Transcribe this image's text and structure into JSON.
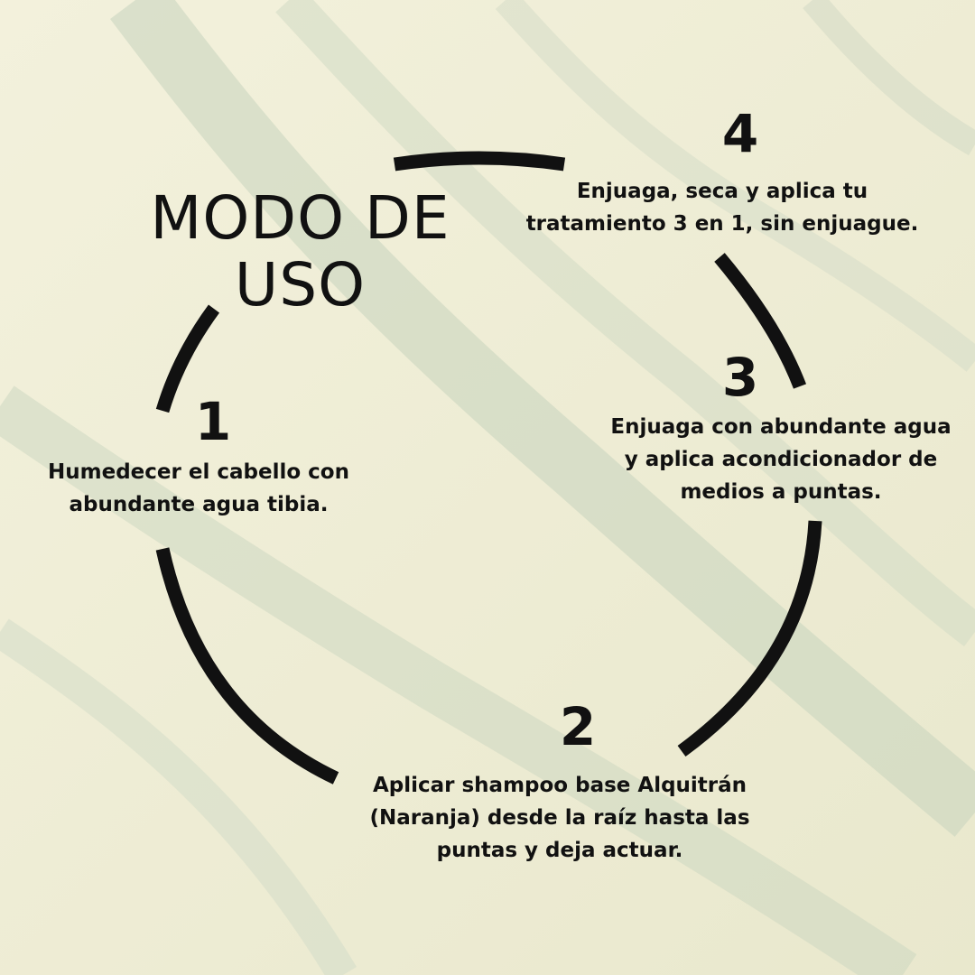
{
  "title_line1": "MODO DE",
  "title_line2": "USO",
  "steps": [
    {
      "number": "1",
      "lines": [
        "Humedecer el cabello con",
        "abundante agua tibia."
      ]
    },
    {
      "number": "2",
      "lines": [
        "Aplicar shampoo base Alquitrán",
        "(Naranja) desde la raíz hasta las",
        "puntas y deja actuar."
      ]
    },
    {
      "number": "3",
      "lines": [
        "Enjuaga con abundante agua",
        "y aplica acondicionador de",
        "medios a puntas."
      ]
    },
    {
      "number": "4",
      "lines": [
        "Enjuaga, seca y aplica tu",
        "tratamiento 3 en 1, sin enjuague."
      ]
    }
  ],
  "colors": {
    "background": "#efecd2",
    "ink": "#111111",
    "gel_streak": "#c9d4bf"
  }
}
